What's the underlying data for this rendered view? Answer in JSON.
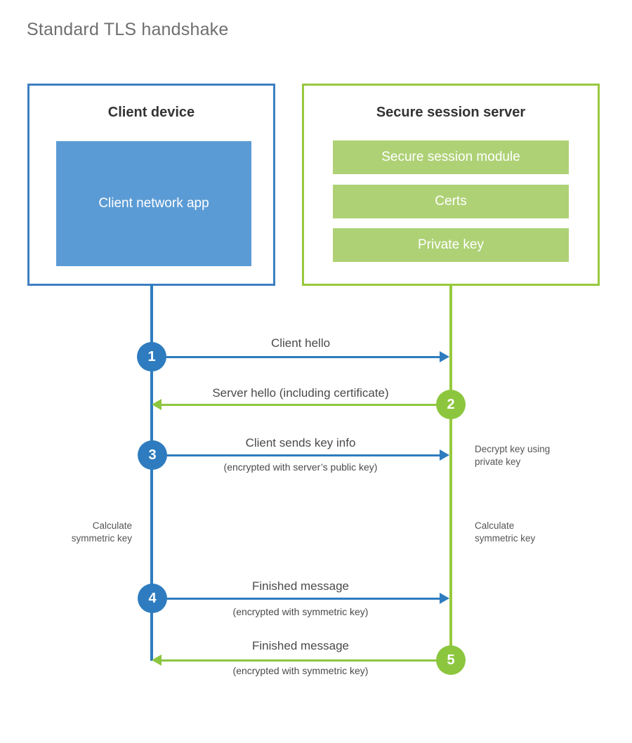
{
  "title": "Standard TLS handshake",
  "colors": {
    "client_accent": "#2e7cbf",
    "client_border": "#3d7fc1",
    "client_fill": "#5b9bd5",
    "server_accent": "#8cc63f",
    "server_border": "#97c93d",
    "server_fill": "#aed175",
    "title_text": "#6f6f6f",
    "body_text": "#4a4a4a",
    "note_text": "#555555"
  },
  "client": {
    "title": "Client device",
    "blocks": [
      {
        "label": "Client network app"
      }
    ]
  },
  "server": {
    "title": "Secure session server",
    "blocks": [
      {
        "label": "Secure session module"
      },
      {
        "label": "Certs"
      },
      {
        "label": "Private key"
      }
    ]
  },
  "steps": [
    {
      "number": "1",
      "side": "client",
      "direction": "right",
      "label": "Client hello",
      "sublabel": ""
    },
    {
      "number": "2",
      "side": "server",
      "direction": "left",
      "label": "Server hello (including certificate)",
      "sublabel": ""
    },
    {
      "number": "3",
      "side": "client",
      "direction": "right",
      "label": "Client sends key info",
      "sublabel": "(encrypted with server’s public key)"
    },
    {
      "number": "4",
      "side": "client",
      "direction": "right",
      "label": "Finished message",
      "sublabel": "(encrypted with symmetric key)"
    },
    {
      "number": "5",
      "side": "server",
      "direction": "left",
      "label": "Finished message",
      "sublabel": "(encrypted with symmetric key)"
    }
  ],
  "notes": {
    "decrypt_key": "Decrypt key using\nprivate key",
    "decrypt_key_line1": "Decrypt key using",
    "decrypt_key_line2": "private key",
    "client_calculate_line1": "Calculate",
    "client_calculate_line2": "symmetric key",
    "server_calculate_line1": "Calculate",
    "server_calculate_line2": "symmetric key"
  }
}
